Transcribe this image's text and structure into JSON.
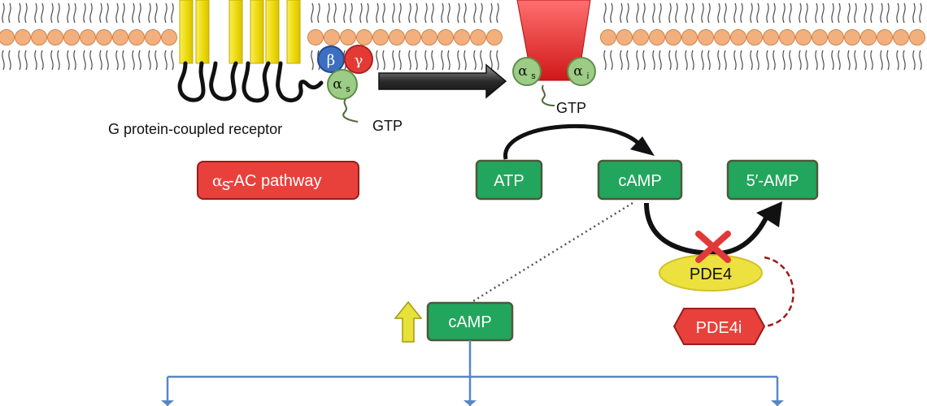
{
  "receptor": {
    "label": "G protein-coupled receptor",
    "gtp": "GTP",
    "subunits": {
      "beta": "β",
      "gamma": "γ",
      "alpha": "α",
      "alpha_sub": "s"
    }
  },
  "cyclase": {
    "alpha_s": "α",
    "alpha_s_sub": "s",
    "alpha_i": "α",
    "alpha_i_sub": "i",
    "gtp": "GTP"
  },
  "pathway": {
    "alpha": "α",
    "sub": "s",
    "text": "-AC pathway"
  },
  "nodes": {
    "atp": "ATP",
    "camp": "cAMP",
    "five_amp": "5′-AMP",
    "pde4": "PDE4",
    "pde4i": "PDE4i",
    "camp_up": "cAMP"
  },
  "colors": {
    "membrane_head": "#f4b07c",
    "helix": "#f2e21f",
    "beta": "#3d6fc0",
    "gamma": "#e43a35",
    "alpha": "#9ccc85",
    "node_green": "#22a65d",
    "node_border": "#4a5a3a",
    "pathway_red": "#e8413b",
    "pde4_fill": "#ede13f",
    "tree_blue": "#5a86c4"
  },
  "icons": [
    "up-arrow-icon",
    "inhibition-x-icon"
  ]
}
